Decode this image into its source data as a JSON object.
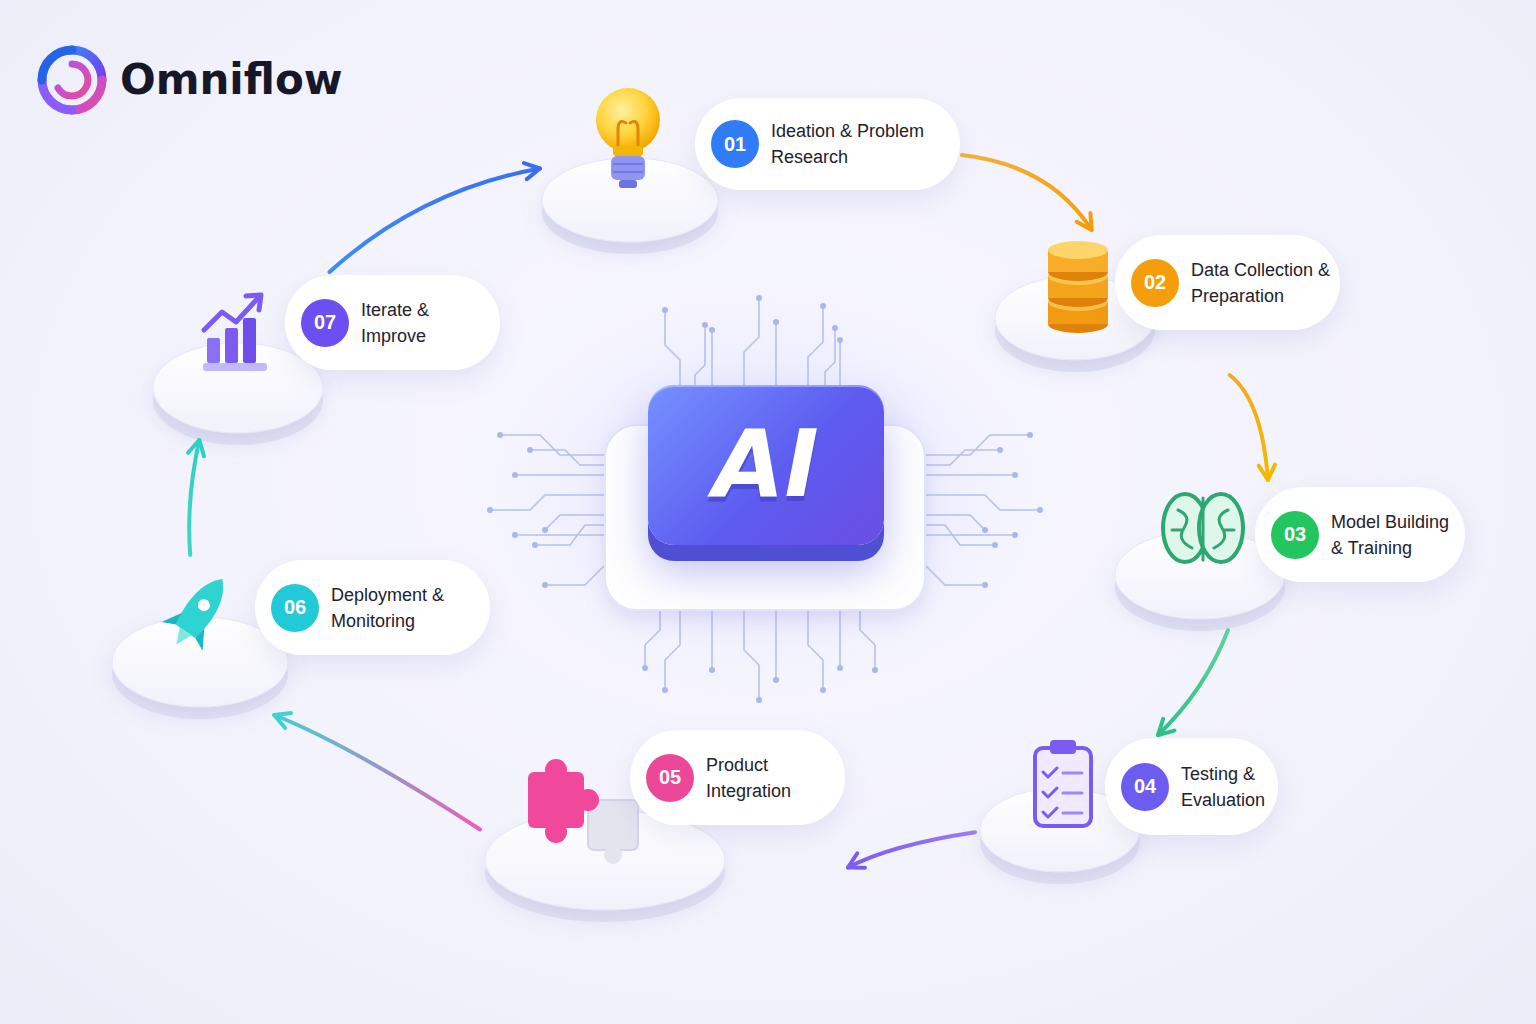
{
  "diagram": {
    "title": "Omniflow",
    "nodes": [
      {
        "text": [
          "01",
          "Ideation & Problem Research"
        ]
      },
      {
        "text": [
          "02",
          "Data Collection & Preparation"
        ]
      },
      {
        "text": [
          "03",
          "Model Building & Training"
        ]
      },
      {
        "text": [
          "04",
          "Testing & Evaluation"
        ]
      },
      {
        "text": [
          "05",
          "Product Integration"
        ]
      },
      {
        "text": [
          "06",
          "Deployment & Monitoring"
        ]
      },
      {
        "text": [
          "07",
          "Iterate & Improve"
        ]
      },
      {
        "text": [
          "AI"
        ]
      }
    ],
    "edges": [
      {
        "from": 0,
        "to": 1,
        "arrow": "to"
      },
      {
        "from": 1,
        "to": 2,
        "arrow": "to"
      },
      {
        "from": 2,
        "to": 3,
        "arrow": "to"
      },
      {
        "from": 3,
        "to": 4,
        "arrow": "to"
      },
      {
        "from": 4,
        "to": 5,
        "arrow": "to"
      },
      {
        "from": 5,
        "to": 6,
        "arrow": "to"
      },
      {
        "from": 6,
        "to": 0,
        "arrow": "to"
      }
    ]
  }
}
